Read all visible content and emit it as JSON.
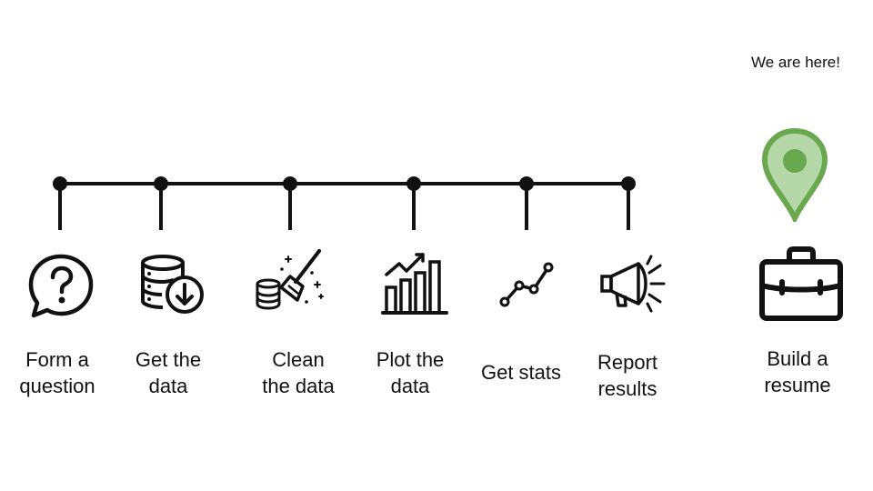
{
  "marker": {
    "label": "We are here!",
    "icon": "map-pin-icon",
    "color": "#6aa84f",
    "light_color": "#b6d7a8"
  },
  "steps": [
    {
      "line1": "Form a",
      "line2": "question",
      "icon": "question-bubble-icon"
    },
    {
      "line1": "Get the",
      "line2": "data",
      "icon": "database-download-icon"
    },
    {
      "line1": "Clean",
      "line2": "the data",
      "icon": "broom-database-icon"
    },
    {
      "line1": "Plot the",
      "line2": "data",
      "icon": "bar-chart-icon"
    },
    {
      "line1": "Get stats",
      "line2": "",
      "icon": "line-graph-icon"
    },
    {
      "line1": "Report",
      "line2": "results",
      "icon": "megaphone-icon"
    }
  ],
  "goal": {
    "line1": "Build a",
    "line2": "resume",
    "icon": "briefcase-icon"
  },
  "colors": {
    "ink": "#111111",
    "background": "#ffffff"
  }
}
